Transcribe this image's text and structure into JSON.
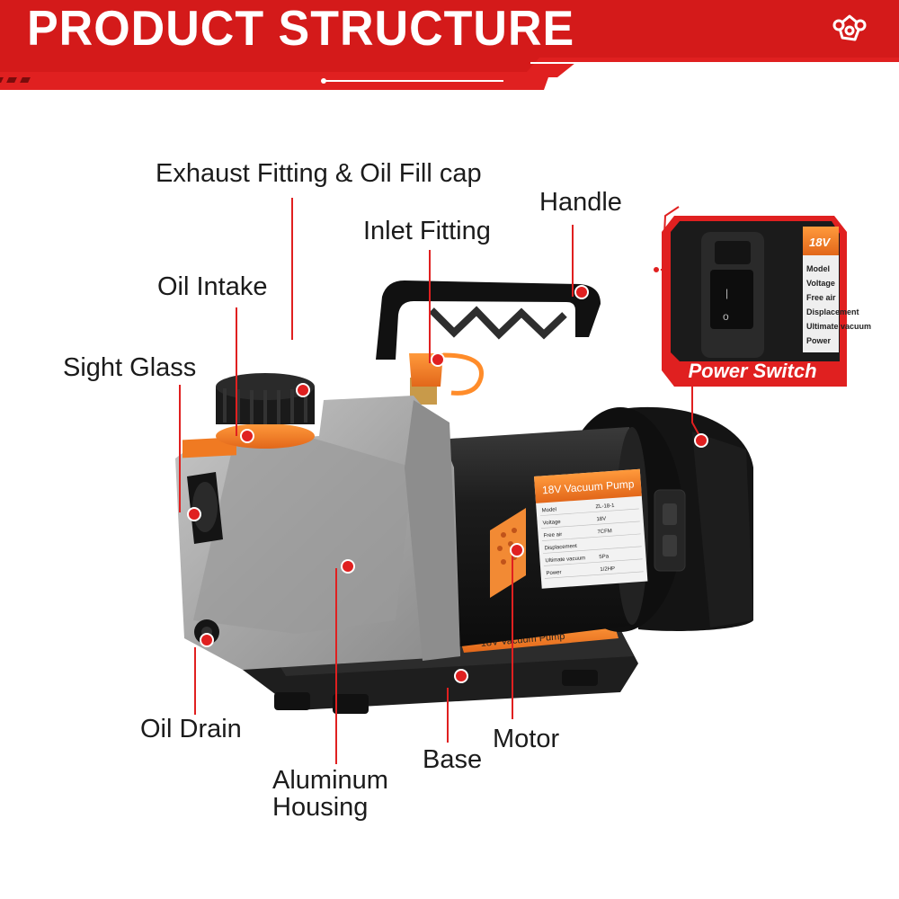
{
  "header": {
    "title": "PRODUCT STRUCTURE",
    "logo_icon": "network-nodes-icon"
  },
  "colors": {
    "brand_red": "#e02020",
    "accent_orange": "#f07a22",
    "housing_gray": "#a9a9a9",
    "body_black": "#151515"
  },
  "callouts": {
    "exhaust_fitting": "Exhaust Fitting & Oil Fill cap",
    "handle": "Handle",
    "inlet_fitting": "Inlet Fitting",
    "oil_intake": "Oil Intake",
    "sight_glass": "Sight Glass",
    "oil_drain": "Oil Drain",
    "aluminum_housing": "Aluminum Housing",
    "base": "Base",
    "motor": "Motor"
  },
  "inset": {
    "caption": "Power Switch",
    "label_voltage_prefix": "18V",
    "rows": [
      "Model",
      "Voltage",
      "Free air",
      "Displacement",
      "Ultimate vacuum",
      "Power"
    ]
  },
  "product": {
    "motor_label": "18V Vacuum Pump",
    "base_label": "18V Vacuum Pump",
    "spec_rows": [
      {
        "key": "Model",
        "value": "ZL-18-1"
      },
      {
        "key": "Voltage",
        "value": "18V"
      },
      {
        "key": "Free air",
        "value": "7CFM"
      },
      {
        "key": "Displacement",
        "value": ""
      },
      {
        "key": "Ultimate vacuum",
        "value": "5Pa"
      },
      {
        "key": "Power",
        "value": "1/2HP"
      }
    ]
  }
}
